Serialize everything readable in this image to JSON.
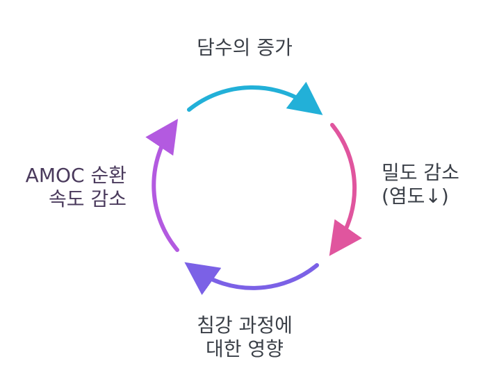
{
  "diagram": {
    "stages": [
      {
        "lines": [
          "담수의 증가"
        ],
        "color": "#22b0d8"
      },
      {
        "lines": [
          "밀도 감소",
          "(염도↓)"
        ],
        "color": "#e0559e"
      },
      {
        "lines": [
          "침강 과정에",
          "대한 영향"
        ],
        "color": "#7b61e6"
      },
      {
        "lines": [
          "AMOC 순환",
          "속도 감소"
        ],
        "color": "#b35ae0"
      }
    ]
  }
}
